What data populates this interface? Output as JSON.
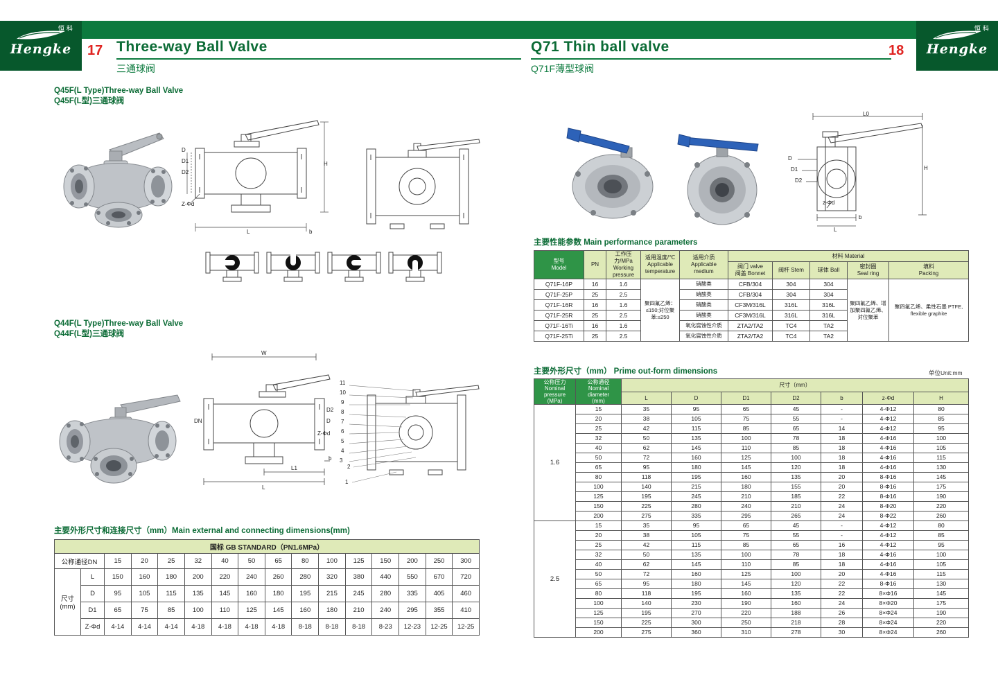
{
  "brand": {
    "en": "Hengke",
    "cn": "恒科"
  },
  "pages": {
    "left_no": "17",
    "right_no": "18"
  },
  "colors": {
    "brand_green": "#0c7a3e",
    "logo_green": "#07582c",
    "light_green": "#dfeab8",
    "header_green": "#2f9447",
    "page_number_red": "#e02421",
    "handle_blue": "#2d62b8"
  },
  "labels": {
    "h": "H",
    "d": "D",
    "d1": "D1",
    "d2": "D2",
    "l": "L",
    "b": "b",
    "w": "W",
    "dn": "DN",
    "l1": "L1",
    "l0": "L0",
    "zfd": "Z-Φd",
    "zfd2": "z-Φd"
  },
  "left": {
    "title_en": "Three-way Ball Valve",
    "title_cn": "三通球阀",
    "sec1_en": "Q45F(L Type)Three-way Ball Valve",
    "sec1_cn": "Q45F(L型)三通球阀",
    "sec2_en": "Q44F(L Type)Three-way Ball Valve",
    "sec2_cn": "Q44F(L型)三通球阀",
    "part_numbers": [
      "11",
      "10",
      "9",
      "8",
      "7",
      "6",
      "5",
      "4",
      "3",
      "2",
      "1"
    ],
    "conn_table": {
      "title": "主要外形尺寸和连接尺寸（mm）Main external and connecting dimensions(mm)",
      "standard": "国标 GB STANDARD（PN1.6MPa）",
      "dn_label": "公称通径DN",
      "size_label": "尺寸\n(mm)",
      "dn": [
        "15",
        "20",
        "25",
        "32",
        "40",
        "50",
        "65",
        "80",
        "100",
        "125",
        "150",
        "200",
        "250",
        "300"
      ],
      "rows": [
        {
          "label": "L",
          "values": [
            "150",
            "160",
            "180",
            "200",
            "220",
            "240",
            "260",
            "280",
            "320",
            "380",
            "440",
            "550",
            "670",
            "720"
          ]
        },
        {
          "label": "D",
          "values": [
            "95",
            "105",
            "115",
            "135",
            "145",
            "160",
            "180",
            "195",
            "215",
            "245",
            "280",
            "335",
            "405",
            "460"
          ]
        },
        {
          "label": "D1",
          "values": [
            "65",
            "75",
            "85",
            "100",
            "110",
            "125",
            "145",
            "160",
            "180",
            "210",
            "240",
            "295",
            "355",
            "410"
          ]
        },
        {
          "label": "Z-Φd",
          "values": [
            "4-14",
            "4-14",
            "4-14",
            "4-18",
            "4-18",
            "4-18",
            "4-18",
            "8-18",
            "8-18",
            "8-18",
            "8-23",
            "12-23",
            "12-25",
            "12-25"
          ]
        }
      ]
    }
  },
  "right": {
    "title_en": "Q71 Thin ball valve",
    "title_cn": "Q71F薄型球阀",
    "perf": {
      "title": "主要性能参数  Main performance parameters",
      "h_model": "型号\nModel",
      "h_pn": "PN",
      "h_pressure": "工作压力/MPa\nWorking pressure",
      "h_temp": "适用温度/℃\nApplicable temperature",
      "h_medium": "适用介质\nApplicable medium",
      "h_material": "材料 Material",
      "h_bonnet": "阀门 valve\n阀盖 Bonnet",
      "h_stem": "阀杆 Stem",
      "h_ball": "球体 Ball",
      "h_seal": "密封圈\nSeal ring",
      "h_packing": "填料\nPacking",
      "temp_text": "聚四氟乙烯：≤150;对位聚苯:≤250",
      "seal_text": "聚四氟乙烯、增加聚四氟乙烯、对位聚苯",
      "packing_text": "聚四氟乙烯、柔性石墨 PTFE, flexible graphite",
      "rows": [
        [
          "Q71F-16P",
          "16",
          "1.6",
          "硝酸类",
          "CFB/304",
          "304",
          "304"
        ],
        [
          "Q71F-25P",
          "25",
          "2.5",
          "硝酸类",
          "CFB/304",
          "304",
          "304"
        ],
        [
          "Q71F-16R",
          "16",
          "1.6",
          "硝酸类",
          "CF3M/316L",
          "316L",
          "316L"
        ],
        [
          "Q71F-25R",
          "25",
          "2.5",
          "硝酸类",
          "CF3M/316L",
          "316L",
          "316L"
        ],
        [
          "Q71F-16Ti",
          "16",
          "1.6",
          "氧化腐蚀性介质",
          "ZTA2/TA2",
          "TC4",
          "TA2"
        ],
        [
          "Q71F-25Ti",
          "25",
          "2.5",
          "氧化腐蚀性介质",
          "ZTA2/TA2",
          "TC4",
          "TA2"
        ]
      ]
    },
    "out": {
      "title": "主要外形尺寸（mm） Prime out-form dimensions",
      "unit": "单位Unit:mm",
      "h_pressure": "公称压力\nNominal\npressure\n(MPa)",
      "h_diameter": "公称通径\nNominal\ndiameter\n(mm)",
      "h_size": "尺寸（mm）",
      "cols": [
        "L",
        "D",
        "D1",
        "D2",
        "b",
        "z-Φd",
        "H"
      ],
      "groups": [
        {
          "pressure": "1.6",
          "rows": [
            [
              "15",
              "35",
              "95",
              "65",
              "45",
              "-",
              "4-Φ12",
              "80"
            ],
            [
              "20",
              "38",
              "105",
              "75",
              "55",
              "-",
              "4-Φ12",
              "85"
            ],
            [
              "25",
              "42",
              "115",
              "85",
              "65",
              "14",
              "4-Φ12",
              "95"
            ],
            [
              "32",
              "50",
              "135",
              "100",
              "78",
              "18",
              "4-Φ16",
              "100"
            ],
            [
              "40",
              "62",
              "145",
              "110",
              "85",
              "18",
              "4-Φ16",
              "105"
            ],
            [
              "50",
              "72",
              "160",
              "125",
              "100",
              "18",
              "4-Φ16",
              "115"
            ],
            [
              "65",
              "95",
              "180",
              "145",
              "120",
              "18",
              "4-Φ16",
              "130"
            ],
            [
              "80",
              "118",
              "195",
              "160",
              "135",
              "20",
              "8-Φ16",
              "145"
            ],
            [
              "100",
              "140",
              "215",
              "180",
              "155",
              "20",
              "8-Φ16",
              "175"
            ],
            [
              "125",
              "195",
              "245",
              "210",
              "185",
              "22",
              "8-Φ16",
              "190"
            ],
            [
              "150",
              "225",
              "280",
              "240",
              "210",
              "24",
              "8-Φ20",
              "220"
            ],
            [
              "200",
              "275",
              "335",
              "295",
              "265",
              "24",
              "8-Φ22",
              "260"
            ]
          ]
        },
        {
          "pressure": "2.5",
          "rows": [
            [
              "15",
              "35",
              "95",
              "65",
              "45",
              "-",
              "4-Φ12",
              "80"
            ],
            [
              "20",
              "38",
              "105",
              "75",
              "55",
              "-",
              "4-Φ12",
              "85"
            ],
            [
              "25",
              "42",
              "115",
              "85",
              "65",
              "16",
              "4-Φ12",
              "95"
            ],
            [
              "32",
              "50",
              "135",
              "100",
              "78",
              "18",
              "4-Φ16",
              "100"
            ],
            [
              "40",
              "62",
              "145",
              "110",
              "85",
              "18",
              "4-Φ16",
              "105"
            ],
            [
              "50",
              "72",
              "160",
              "125",
              "100",
              "20",
              "4-Φ16",
              "115"
            ],
            [
              "65",
              "95",
              "180",
              "145",
              "120",
              "22",
              "8-Φ16",
              "130"
            ],
            [
              "80",
              "118",
              "195",
              "160",
              "135",
              "22",
              "8×Φ16",
              "145"
            ],
            [
              "100",
              "140",
              "230",
              "190",
              "160",
              "24",
              "8×Φ20",
              "175"
            ],
            [
              "125",
              "195",
              "270",
              "220",
              "188",
              "26",
              "8×Φ24",
              "190"
            ],
            [
              "150",
              "225",
              "300",
              "250",
              "218",
              "28",
              "8×Φ24",
              "220"
            ],
            [
              "200",
              "275",
              "360",
              "310",
              "278",
              "30",
              "8×Φ24",
              "260"
            ]
          ]
        }
      ]
    }
  }
}
